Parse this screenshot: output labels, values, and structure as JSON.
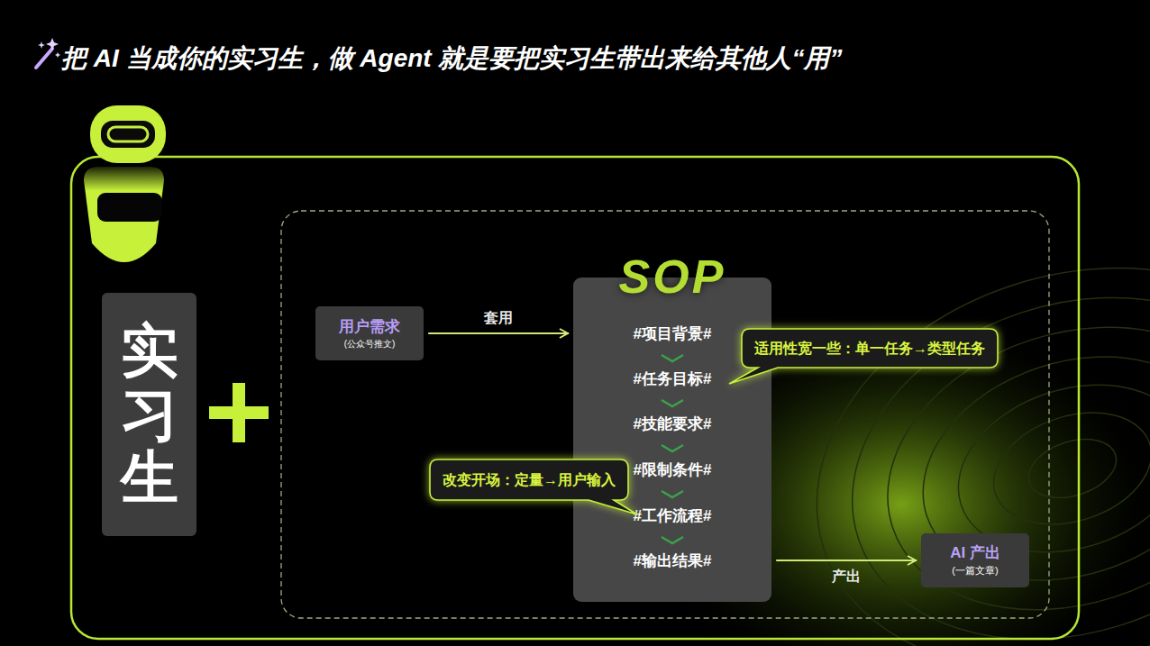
{
  "diagram": {
    "title": "把 AI 当成你的实习生，做 Agent 就是要把实习生带出来给其他人“用”",
    "nodes": [
      {
        "text": [
          "实习生"
        ]
      },
      {
        "text": [
          "用户需求",
          "(公众号推文)"
        ]
      },
      {
        "text": [
          "SOP",
          "#项目背景#",
          "#任务目标#",
          "#技能要求#",
          "#限制条件#",
          "#工作流程#",
          "#输出结果#"
        ]
      },
      {
        "text": [
          "适用性宽一些：单一任务→类型任务"
        ]
      },
      {
        "text": [
          "改变开场：定量→用户输入"
        ]
      },
      {
        "text": [
          "AI 产出",
          "(一篇文章)"
        ]
      }
    ],
    "edges": [
      {
        "from": 1,
        "to": 2,
        "label": "套用",
        "arrow": "to"
      },
      {
        "from": 2,
        "to": 5,
        "label": "产出",
        "arrow": "to"
      }
    ]
  }
}
